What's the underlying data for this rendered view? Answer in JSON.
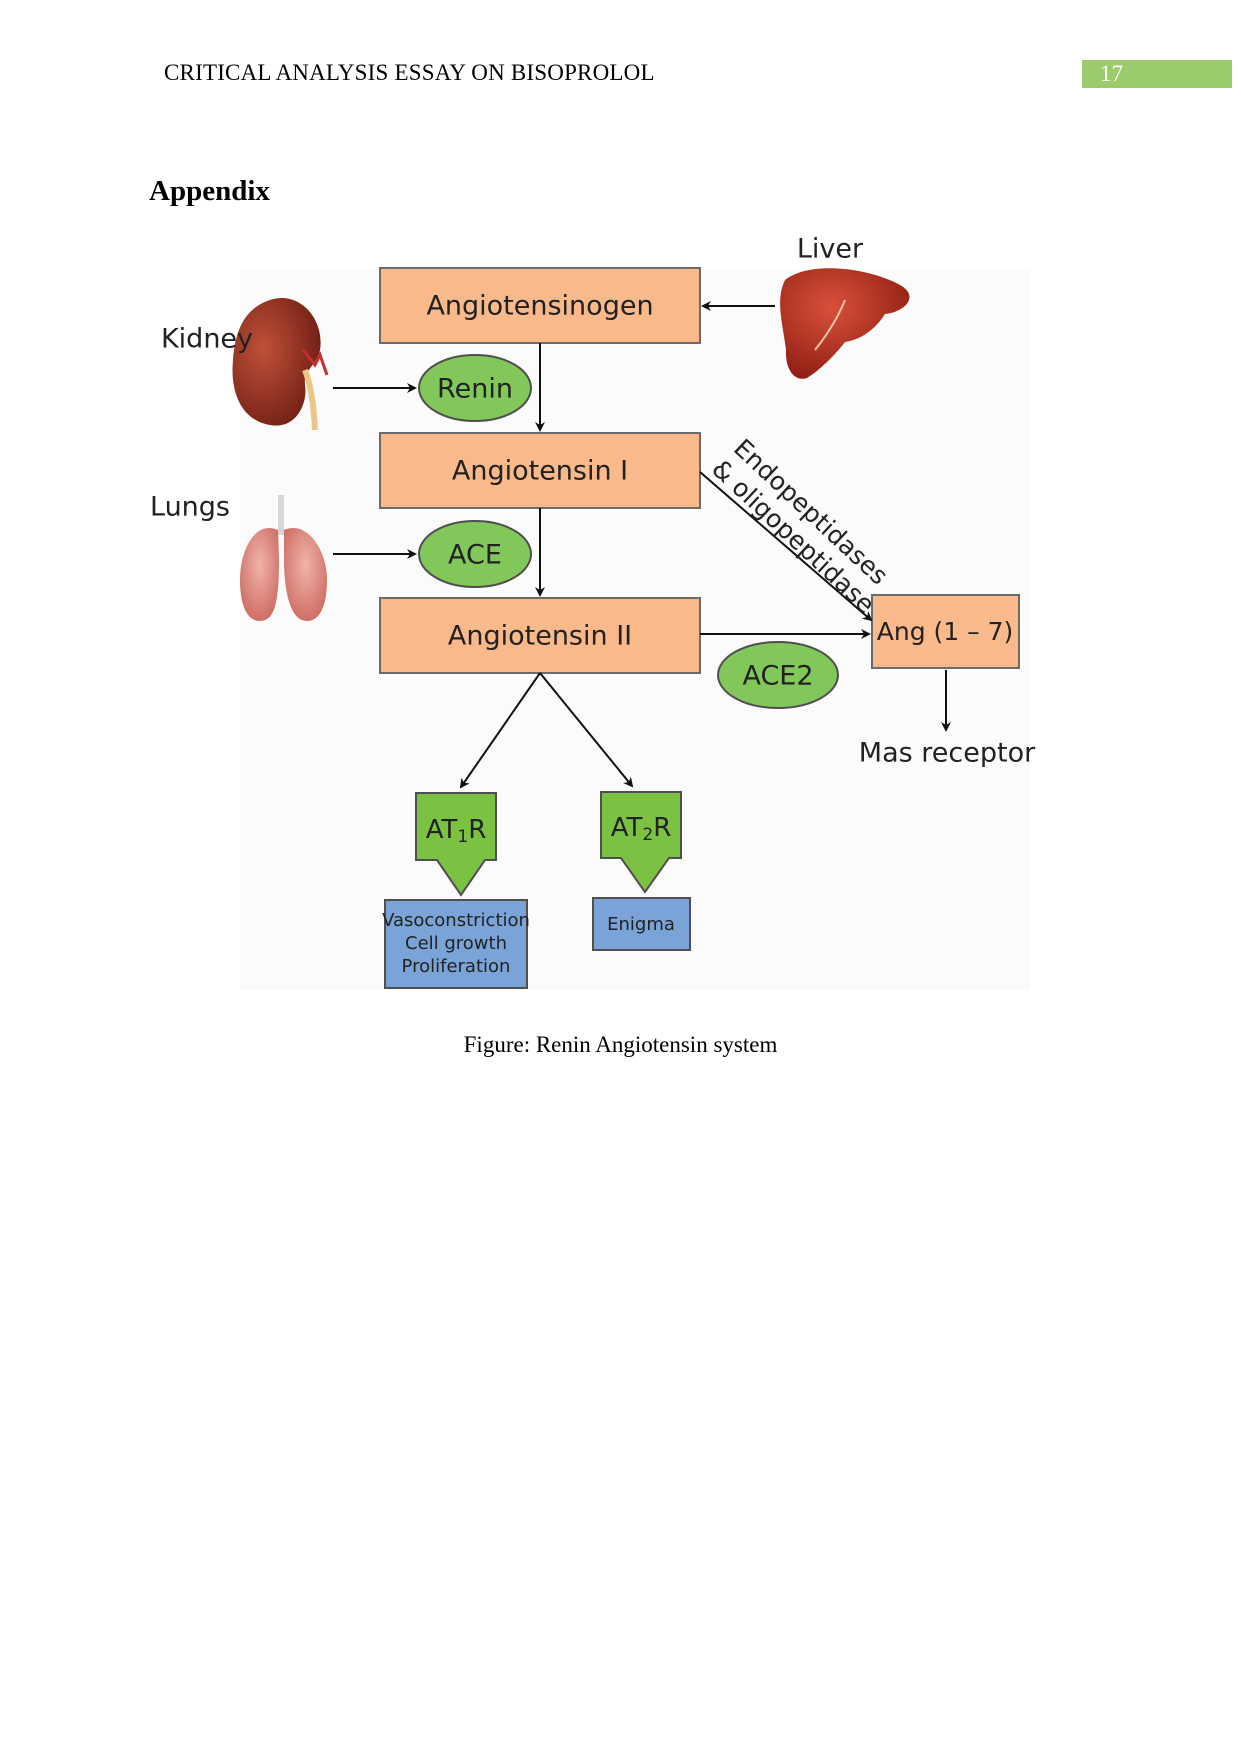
{
  "header": {
    "running_title": "CRITICAL ANALYSIS ESSAY ON BISOPROLOL",
    "page_number": "17"
  },
  "section": {
    "heading": "Appendix"
  },
  "figure": {
    "caption": "Figure: Renin Angiotensin system",
    "organs": {
      "liver": "Liver",
      "kidney": "Kidney",
      "lungs": "Lungs"
    },
    "boxes": {
      "angiotensinogen": "Angiotensinogen",
      "angiotensin_1": "Angiotensin I",
      "angiotensin_2": "Angiotensin II",
      "ang_1_7": "Ang (1 – 7)"
    },
    "enzymes": {
      "renin": "Renin",
      "ace": "ACE",
      "ace2": "ACE2"
    },
    "peptidases": {
      "line1": "Endopeptidases",
      "line2": "& oligopeptidase"
    },
    "mas_receptor": "Mas receptor",
    "receptors": {
      "at1r": {
        "prefix": "AT",
        "sub": "1",
        "suffix": "R"
      },
      "at2r": {
        "prefix": "AT",
        "sub": "2",
        "suffix": "R"
      }
    },
    "effects": {
      "at1_lines": [
        "Vasoconstriction",
        "Cell growth",
        "Proliferation"
      ],
      "at2_label": "Enigma"
    },
    "colors": {
      "box_fill": "#f9b98a",
      "box_stroke": "#6b6b6b",
      "ellipse_fill": "#82c75a",
      "receptor_fill": "#7cc242",
      "effect_fill": "#7aa4d8",
      "page_number_bg": "#9bcb6b"
    }
  }
}
